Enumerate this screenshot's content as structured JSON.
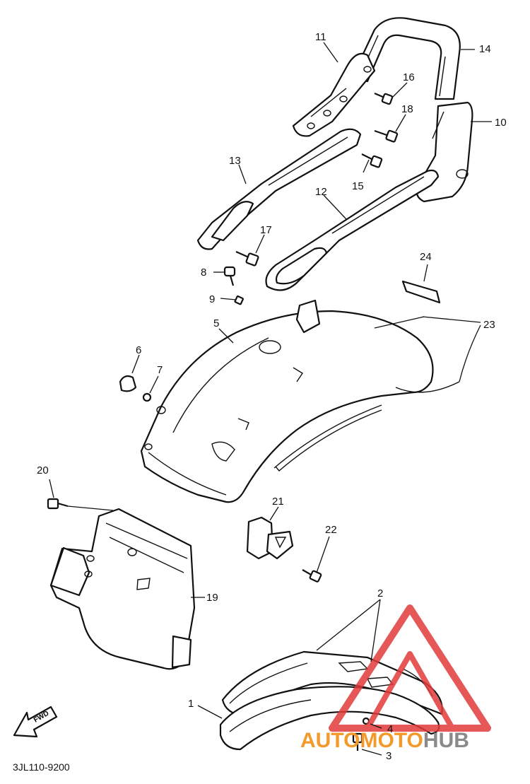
{
  "diagram_code": "3JL110-9200",
  "fwd_label": "FWD",
  "watermark": {
    "part1": "AUTO",
    "part2": "MOTO",
    "part3": "HUB",
    "color_orange": "#f39a2b",
    "color_gray": "#8a8a8a",
    "color_red": "#e23a3a"
  },
  "callouts": {
    "c1": "1",
    "c2": "2",
    "c3": "3",
    "c4": "4",
    "c5": "5",
    "c6": "6",
    "c7": "7",
    "c8": "8",
    "c9": "9",
    "c10": "10",
    "c11": "11",
    "c12": "12",
    "c13": "13",
    "c14": "14",
    "c15": "15",
    "c16": "16",
    "c17": "17",
    "c18": "18",
    "c19": "19",
    "c20": "20",
    "c21": "21",
    "c22": "22",
    "c23": "23",
    "c24": "24"
  }
}
